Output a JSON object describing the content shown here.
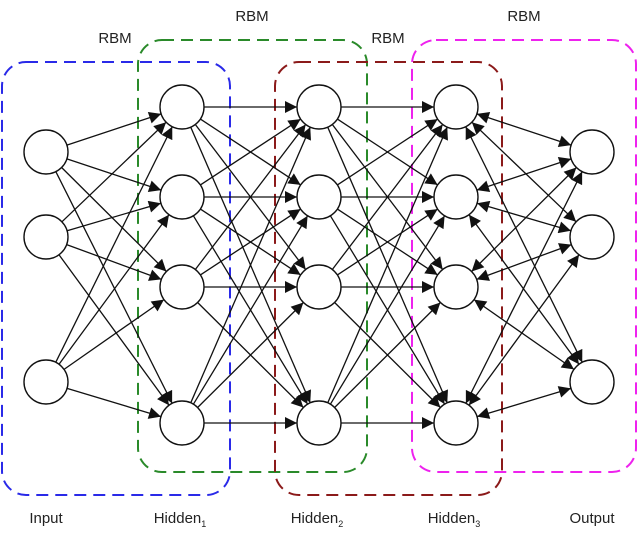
{
  "title": "Deep Belief Network stacked RBMs",
  "layers": [
    {
      "name": "Input",
      "subscript": "",
      "nodes": 3
    },
    {
      "name": "Hidden",
      "subscript": "1",
      "nodes": 4
    },
    {
      "name": "Hidden",
      "subscript": "2",
      "nodes": 4
    },
    {
      "name": "Hidden",
      "subscript": "3",
      "nodes": 4
    },
    {
      "name": "Output",
      "subscript": "",
      "nodes": 3
    }
  ],
  "connections": [
    {
      "from": 0,
      "to": 1,
      "direction": "forward"
    },
    {
      "from": 1,
      "to": 2,
      "direction": "forward"
    },
    {
      "from": 2,
      "to": 3,
      "direction": "forward"
    },
    {
      "from": 3,
      "to": 4,
      "direction": "bidirectional"
    }
  ],
  "rbm_groups": [
    {
      "label": "RBM",
      "layers": [
        0,
        1
      ],
      "color": "#2a2ae8"
    },
    {
      "label": "RBM",
      "layers": [
        1,
        2
      ],
      "color": "#2a8a2a"
    },
    {
      "label": "RBM",
      "layers": [
        2,
        3
      ],
      "color": "#8b1a1a"
    },
    {
      "label": "RBM",
      "layers": [
        3,
        4
      ],
      "color": "#ee22ee"
    }
  ]
}
